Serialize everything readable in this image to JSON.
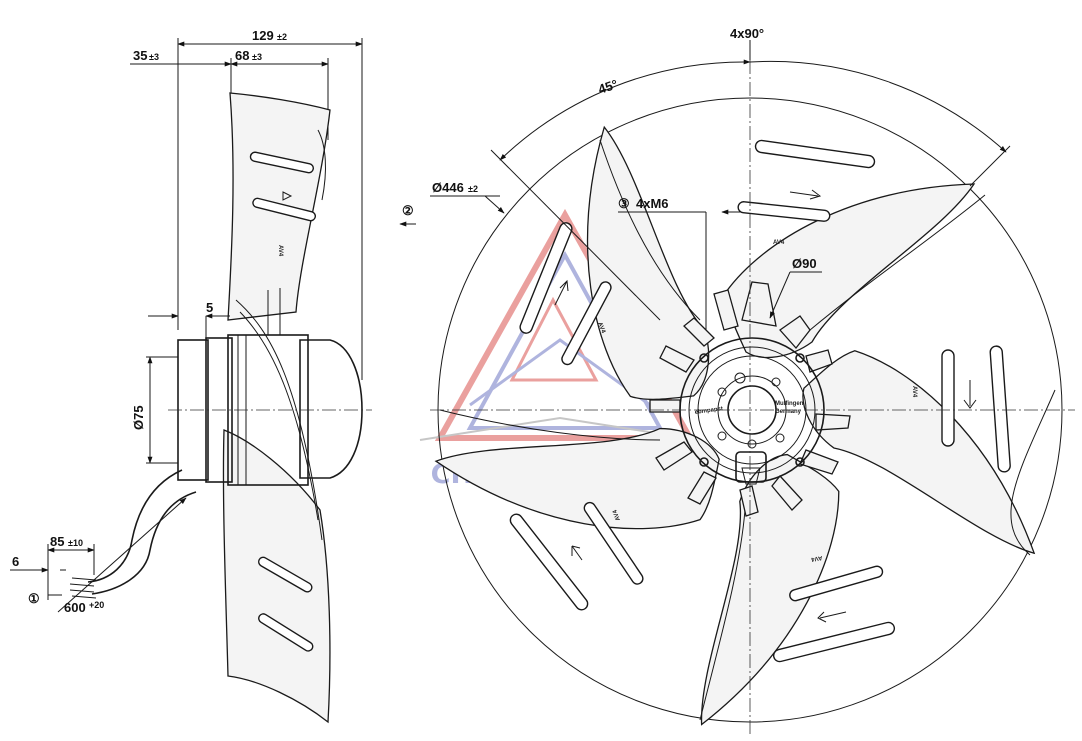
{
  "side_view": {
    "overall_length": "129",
    "overall_length_tol": "±2",
    "motor_offset": "35",
    "motor_offset_tol": "±3",
    "hub_depth": "68",
    "hub_depth_tol": "±3",
    "flange_gap": "5",
    "motor_diameter": "Ø75",
    "cable_strip": "6",
    "cable_sheath": "85",
    "cable_sheath_tol": "±10",
    "cable_length": "600",
    "cable_length_tol": "+20",
    "callout_1": "①"
  },
  "front_view": {
    "hole_pattern": "4x90°",
    "angle": "45°",
    "fan_diameter": "Ø446",
    "fan_diameter_tol": "±2",
    "callout_2": "②",
    "callout_3": "③",
    "mount_thread": "4xM6",
    "hub_diameter": "Ø90",
    "blade_mark": "AV4",
    "hub_label_left": "ebmpapst",
    "hub_label_right_1": "Mulfingen",
    "hub_label_right_2": "Germany"
  },
  "watermark": {
    "text": "СНАБ-РЕГИОН",
    "color_red": "#d9534f",
    "color_blue": "#6f78c4"
  }
}
